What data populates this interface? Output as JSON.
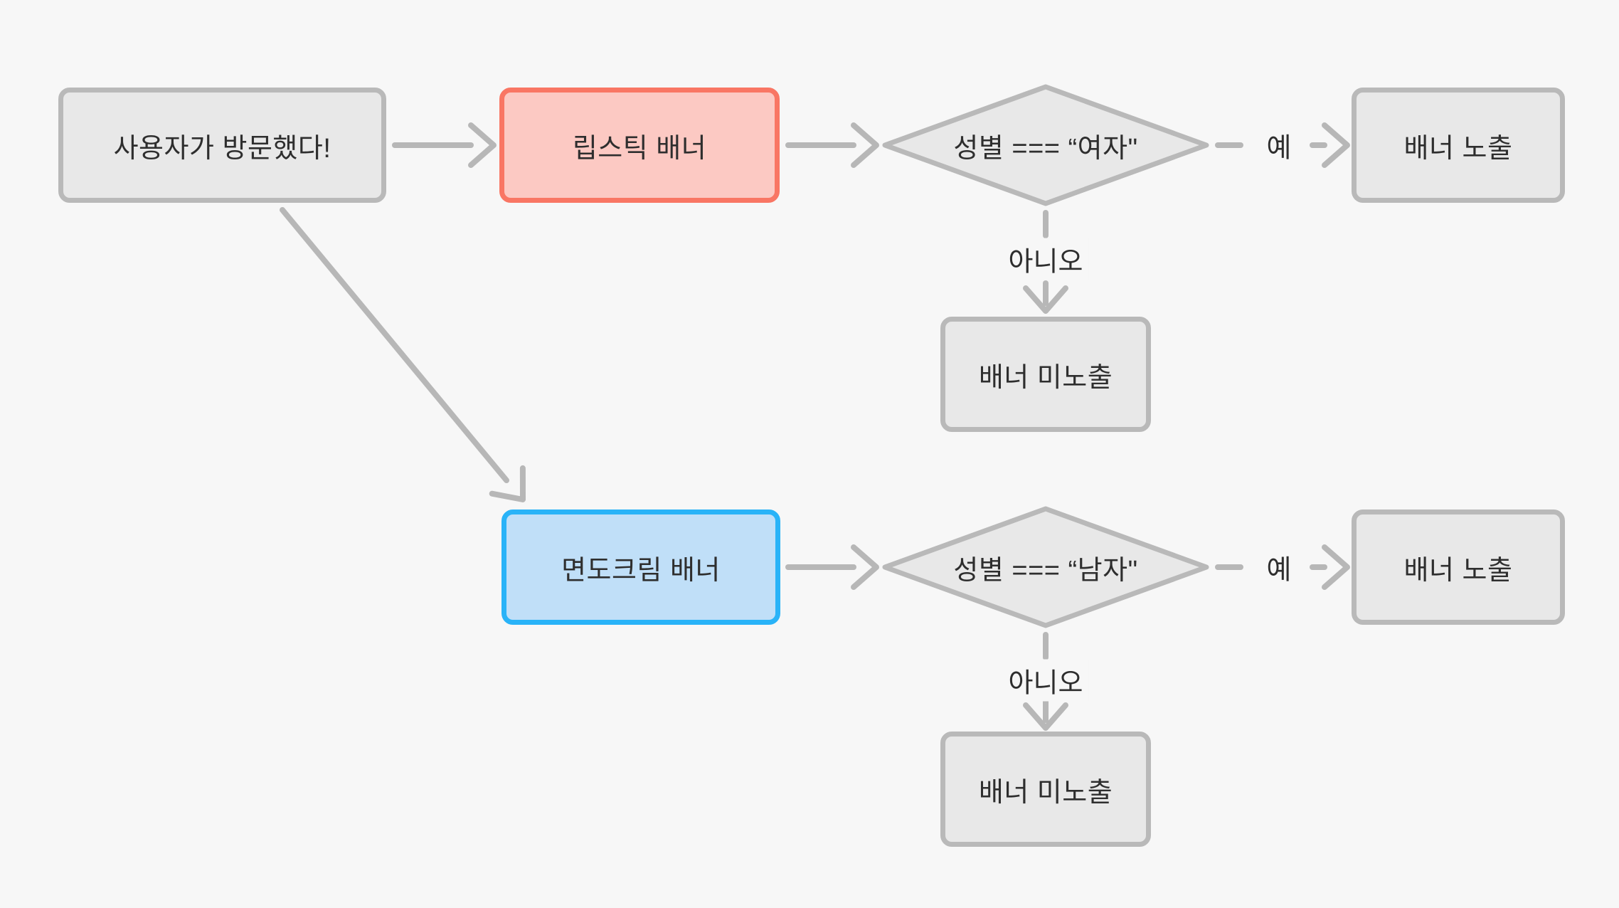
{
  "diagram": {
    "type": "flowchart",
    "background": "#f7f7f7",
    "connector_color": "#b7b7b7",
    "text_color": "#2e2e2e",
    "node_colors": {
      "default_fill": "#e8e8e8",
      "default_border": "#b9b9b9",
      "lipstick_fill": "#fcc9c3",
      "lipstick_border": "#f97664",
      "shaving_fill": "#c0dff8",
      "shaving_border": "#29b3f8"
    },
    "nodes": {
      "user_visited": {
        "label": "사용자가 방문했다!",
        "shape": "rect"
      },
      "lipstick_banner": {
        "label": "립스틱 배너",
        "shape": "rect"
      },
      "decision_female": {
        "label": "성별 === “여자\"",
        "shape": "diamond"
      },
      "banner_show_top": {
        "label": "배너 노출",
        "shape": "rect"
      },
      "banner_hide_top": {
        "label": "배너 미노출",
        "shape": "rect"
      },
      "shaving_banner": {
        "label": "면도크림 배너",
        "shape": "rect"
      },
      "decision_male": {
        "label": "성별 === “남자\"",
        "shape": "diamond"
      },
      "banner_show_bottom": {
        "label": "배너 노출",
        "shape": "rect"
      },
      "banner_hide_bottom": {
        "label": "배너 미노출",
        "shape": "rect"
      }
    },
    "edge_labels": {
      "yes_top": "예",
      "no_top": "아니오",
      "yes_bottom": "예",
      "no_bottom": "아니오"
    }
  }
}
